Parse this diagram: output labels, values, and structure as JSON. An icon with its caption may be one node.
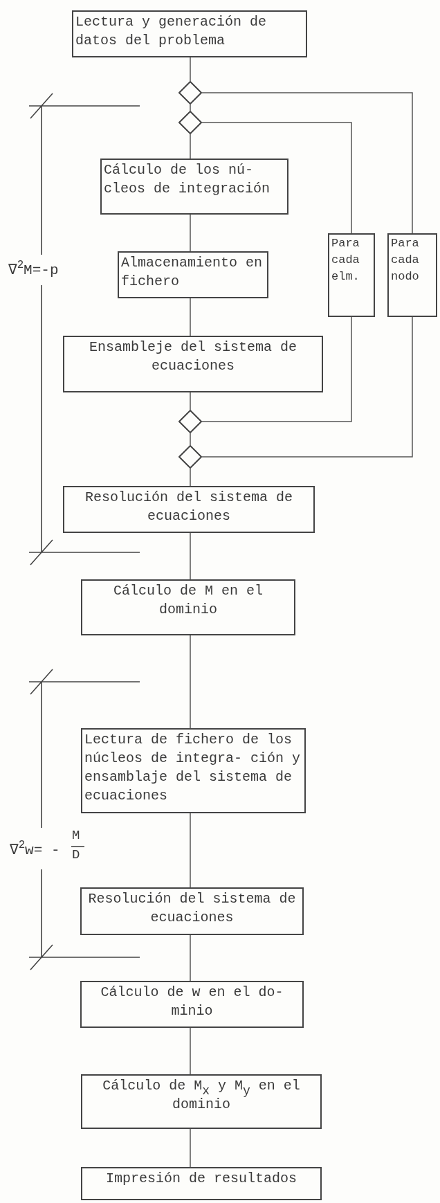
{
  "diagram": {
    "nodes": [
      {
        "text": [
          "Lectura y generación de datos del problema"
        ]
      },
      {
        "text": [],
        "shape": "diamond"
      },
      {
        "text": [],
        "shape": "diamond"
      },
      {
        "text": [
          "Cálculo de los nú- cleos de integración"
        ]
      },
      {
        "text": [
          "Para cada elm."
        ]
      },
      {
        "text": [
          "Para cada nodo"
        ]
      },
      {
        "text": [
          "Almacenamiento en fichero"
        ]
      },
      {
        "text": [
          "Ensambleje del sistema de ecuaciones"
        ]
      },
      {
        "text": [],
        "shape": "diamond"
      },
      {
        "text": [],
        "shape": "diamond"
      },
      {
        "text": [
          "Resolución del sistema de ecuaciones"
        ]
      },
      {
        "text": [
          "Cálculo de M en el dominio"
        ]
      },
      {
        "text": [
          "Lectura de fichero de los núcleos de integra- ción y ensamblaje del sistema de ecuaciones"
        ]
      },
      {
        "text": [
          "Resolución del sistema de ecuaciones"
        ]
      },
      {
        "text": [
          "Cálculo de w en el do- minio"
        ]
      },
      {
        "text": [
          "Cálculo de M$_{x}$ y M$_{y}$ en el dominio"
        ]
      },
      {
        "text": [
          "Impresión de resultados"
        ]
      }
    ],
    "edges": [
      {
        "from": 0,
        "to": 1,
        "arrow": "none"
      },
      {
        "from": 1,
        "to": 2,
        "arrow": "none"
      },
      {
        "from": 2,
        "to": 3,
        "arrow": "none"
      },
      {
        "from": 1,
        "to": 5,
        "arrow": "none"
      },
      {
        "from": 2,
        "to": 4,
        "arrow": "none"
      },
      {
        "from": 3,
        "to": 6,
        "arrow": "none"
      },
      {
        "from": 6,
        "to": 7,
        "arrow": "none"
      },
      {
        "from": 7,
        "to": 8,
        "arrow": "none"
      },
      {
        "from": 4,
        "to": 8,
        "arrow": "none"
      },
      {
        "from": 8,
        "to": 9,
        "arrow": "none"
      },
      {
        "from": 5,
        "to": 9,
        "arrow": "none"
      },
      {
        "from": 9,
        "to": 10,
        "arrow": "none"
      },
      {
        "from": 10,
        "to": 11,
        "arrow": "none"
      },
      {
        "from": 11,
        "to": 12,
        "arrow": "none"
      },
      {
        "from": 12,
        "to": 13,
        "arrow": "none"
      },
      {
        "from": 13,
        "to": 14,
        "arrow": "none"
      },
      {
        "from": 14,
        "to": 15,
        "arrow": "none"
      },
      {
        "from": 15,
        "to": 16,
        "arrow": "none"
      }
    ],
    "labels": [
      "∇$^{2}$M=-p",
      "∇$^{2}$w= -",
      "M",
      "D"
    ]
  }
}
